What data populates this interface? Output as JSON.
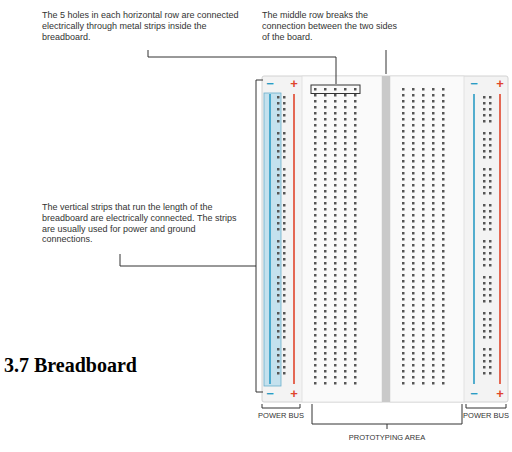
{
  "diagram": {
    "title": "3.7 Breadboard",
    "labels": [
      "The 5 holes in each horizontal row are connected electrically through metal strips inside the breadboard.",
      "The middle row breaks the connection between the two sides of the board.",
      "−",
      "+",
      "−",
      "+",
      "The vertical strips that run the length of the breadboard are electrically connected. The strips are usually used for power and ground connections.",
      "−",
      "+",
      "−",
      "+",
      "POWER BUS",
      "POWER BUS",
      "PROTOTYPING AREA"
    ]
  }
}
